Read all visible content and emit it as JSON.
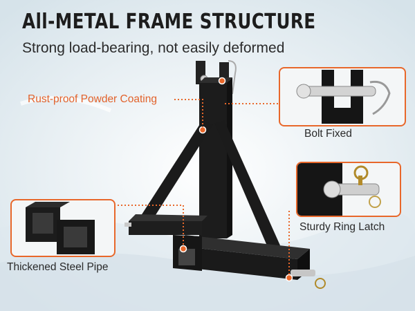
{
  "header": {
    "title": "All-METAL FRAME STRUCTURE",
    "subtitle": "Strong load-bearing, not easily deformed"
  },
  "callouts": {
    "coating": "Rust-proof Powder Coating",
    "bolt": "Bolt Fixed",
    "latch": "Sturdy Ring Latch",
    "pipe": "Thickened Steel Pipe"
  },
  "colors": {
    "accent": "#e8672a",
    "frame": "#1b1b1b",
    "background": "#e6eef3"
  }
}
